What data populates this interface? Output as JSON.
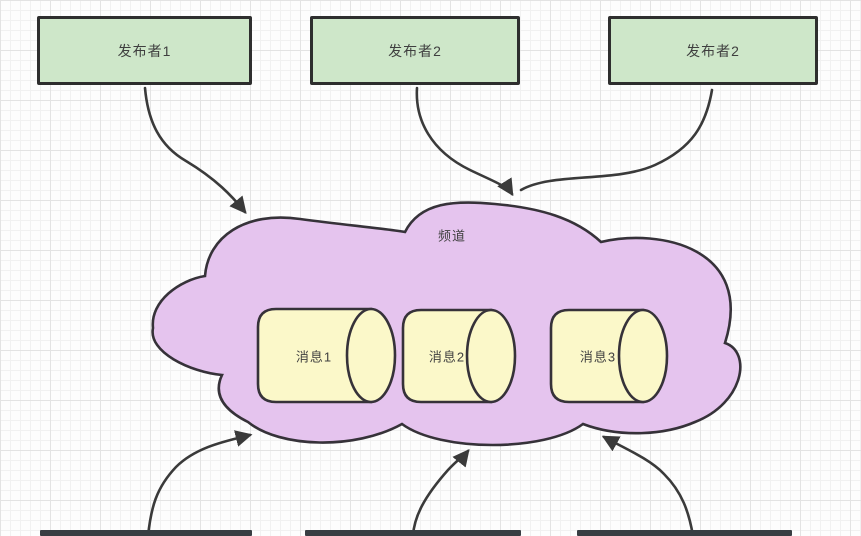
{
  "publishers": [
    {
      "label": "发布者1"
    },
    {
      "label": "发布者2"
    },
    {
      "label": "发布者2"
    }
  ],
  "channel": {
    "label": "频道"
  },
  "messages": [
    {
      "label": "消息1"
    },
    {
      "label": "消息2"
    },
    {
      "label": "消息3"
    }
  ],
  "colors": {
    "publisher_fill": "#cee7c9",
    "publisher_border": "#2e2e2e",
    "channel_fill": "#e5c4ee",
    "message_fill": "#fbf8c9",
    "connector_stroke": "#3a3a3a",
    "subscriber_bar": "#383d42",
    "text": "#3f3f3f",
    "grid_line": "#f1f1f1"
  }
}
